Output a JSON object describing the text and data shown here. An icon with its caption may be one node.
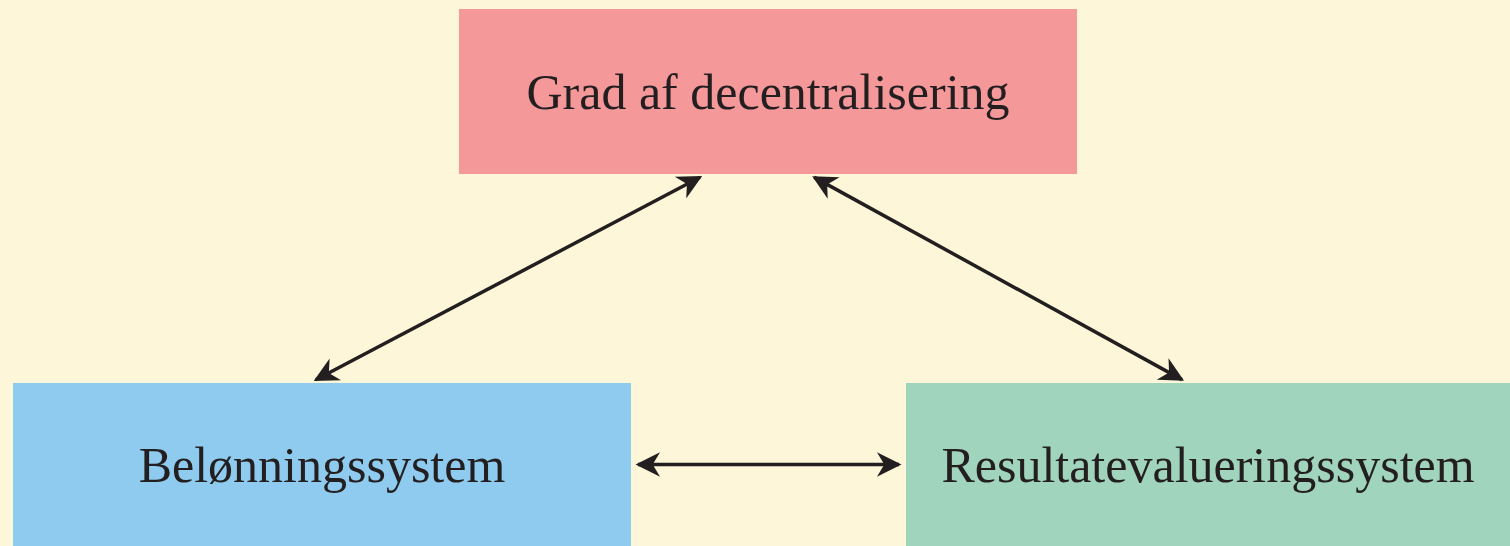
{
  "diagram": {
    "nodes": [
      {
        "text": [
          "Grad af decentralisering"
        ]
      },
      {
        "text": [
          "Belønningssystem"
        ]
      },
      {
        "text": [
          "Resultatevalueringssystem"
        ]
      }
    ],
    "edges": [
      {
        "from": 0,
        "to": 1,
        "arrow": "both"
      },
      {
        "from": 0,
        "to": 2,
        "arrow": "both"
      },
      {
        "from": 1,
        "to": 2,
        "arrow": "both"
      }
    ]
  }
}
